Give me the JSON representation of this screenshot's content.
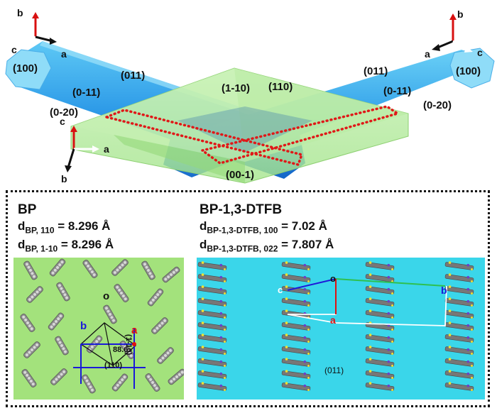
{
  "top": {
    "left_rod_facets": [
      "(100)",
      "(011)",
      "(0-11)",
      "(0-20)"
    ],
    "right_rod_facets": [
      "(011)",
      "(100)",
      "(0-11)",
      "(0-20)"
    ],
    "plate_facets": [
      "(1-10)",
      "(110)",
      "(00-1)"
    ],
    "left_axes": {
      "b": "b",
      "c": "c",
      "a": "a"
    },
    "right_axes": {
      "b": "b",
      "a": "a",
      "c": "c"
    },
    "plate_axes": {
      "c": "c",
      "a": "a",
      "b": "b"
    }
  },
  "bp": {
    "title": "BP",
    "d1_main": "d",
    "d1_sub": "BP, 110",
    "d1_val": " = 8.296 Å",
    "d2_main": "d",
    "d2_sub": "BP, 1-10",
    "d2_val": " = 8.296 Å",
    "cell": {
      "o": "o",
      "a": "a",
      "b": "b"
    },
    "angle": "88.6",
    "plane_110": "(110)",
    "plane_1_10": "(1-10)"
  },
  "dtfb": {
    "title": "BP-1,3-DTFB",
    "d1_main": "d",
    "d1_sub": "BP-1,3-DTFB, 100",
    "d1_val": " = 7.02 Å",
    "d2_main": "d",
    "d2_sub": "BP-1,3-DTFB, 022",
    "d2_val": " = 7.807 Å",
    "cell": {
      "o": "o",
      "a": "a",
      "b": "b",
      "c": "c"
    },
    "plane": "(011)"
  },
  "colors": {
    "rod_blue": "#2e9be8",
    "plate_green": "#b4eba0",
    "dotted_red": "#e01818",
    "bp_bg": "#a3e27c",
    "dtfb_bg": "#3ad6ea",
    "axis_red": "#e01010",
    "axis_blue": "#1a1ad8",
    "axis_green": "#2ec050"
  }
}
